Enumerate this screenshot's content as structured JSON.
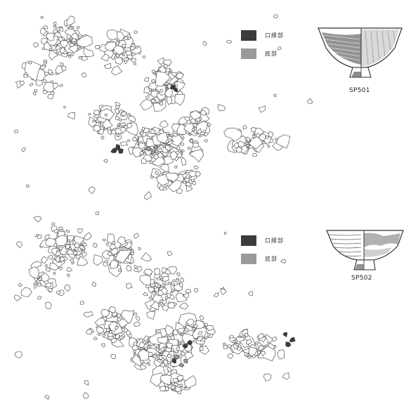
{
  "colors": {
    "rim": "#3b3b3b",
    "base": "#9a9a9a",
    "outline": "#555555"
  },
  "panels": [
    {
      "legend": [
        {
          "label": "口縁部"
        },
        {
          "label": "底部"
        }
      ],
      "vessel_label": "SP501"
    },
    {
      "legend": [
        {
          "label": "口縁部"
        },
        {
          "label": "底部"
        }
      ],
      "vessel_label": "SP502"
    }
  ]
}
